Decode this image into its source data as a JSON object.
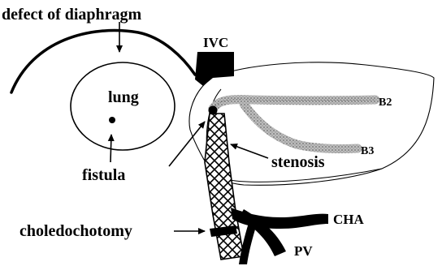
{
  "labels": {
    "defect": "defect of diaphragm",
    "ivc": "IVC",
    "lung": "lung",
    "b2": "B2",
    "b3": "B3",
    "fistula": "fistula",
    "stenosis": "stenosis",
    "choledochotomy": "choledochotomy",
    "cha": "CHA",
    "pv": "PV"
  },
  "colors": {
    "ink": "#000000",
    "duct_stipple": "#9a9a9a",
    "background": "#ffffff"
  }
}
